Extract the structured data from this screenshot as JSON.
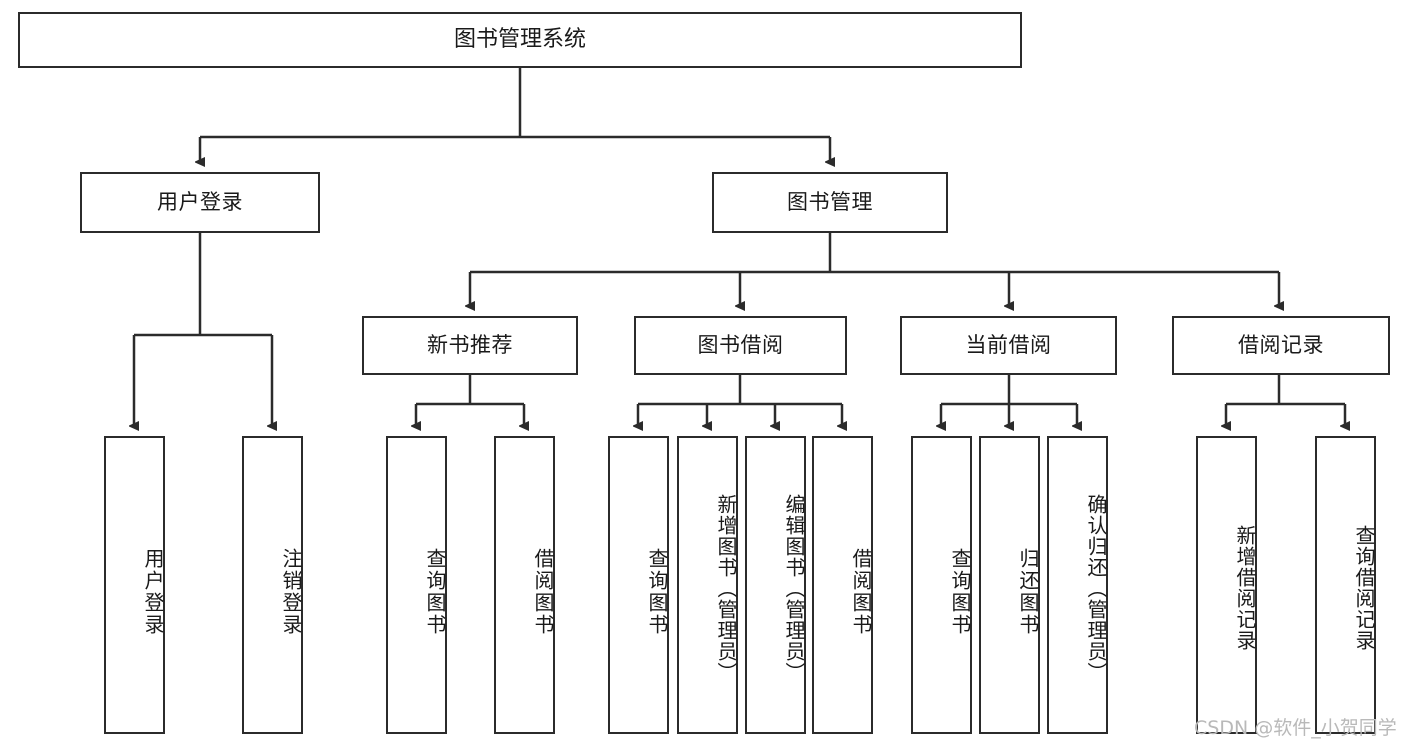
{
  "diagram": {
    "type": "tree-hierarchy",
    "root": {
      "label": "图书管理系统"
    },
    "level2": [
      {
        "label": "用户登录"
      },
      {
        "label": "图书管理"
      }
    ],
    "level3": [
      {
        "label": "新书推荐"
      },
      {
        "label": "图书借阅"
      },
      {
        "label": "当前借阅"
      },
      {
        "label": "借阅记录"
      }
    ],
    "leaves": {
      "user_login": [
        {
          "label": "用户登录"
        },
        {
          "label": "注销登录"
        }
      ],
      "new_book_recommend": [
        {
          "label": "查询图书"
        },
        {
          "label": "借阅图书"
        }
      ],
      "book_borrow": [
        {
          "label": "查询图书"
        },
        {
          "label": "新增图书（管理员）"
        },
        {
          "label": "编辑图书（管理员）"
        },
        {
          "label": "借阅图书"
        }
      ],
      "current_borrow": [
        {
          "label": "查询图书"
        },
        {
          "label": "归还图书"
        },
        {
          "label": "确认归还（管理员）"
        }
      ],
      "borrow_record": [
        {
          "label": "新增借阅记录"
        },
        {
          "label": "查询借阅记录"
        }
      ]
    }
  },
  "watermark": {
    "text": "CSDN @软件_小贺同学"
  },
  "colors": {
    "stroke": "#2b2b2b",
    "background": "#ffffff",
    "text": "#1a1a1a",
    "watermark": "#b9b9b9"
  }
}
